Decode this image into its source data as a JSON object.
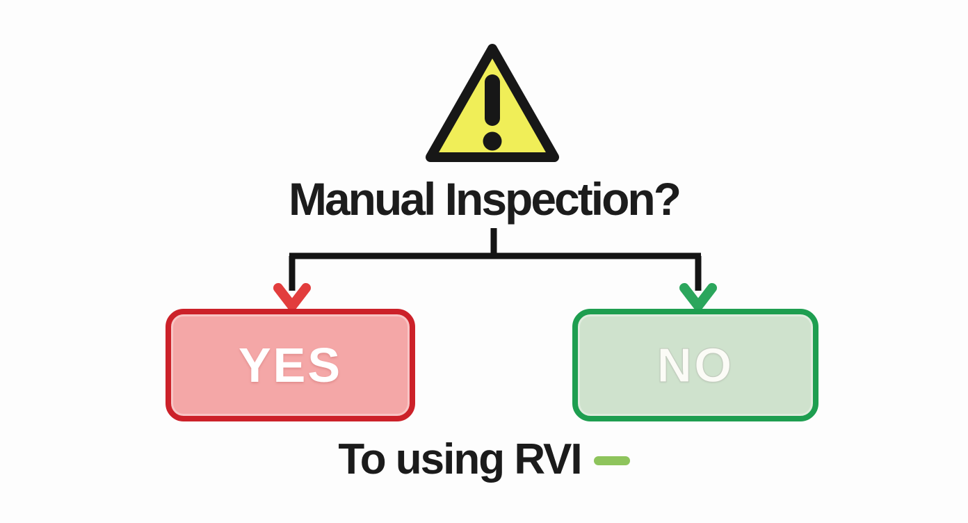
{
  "page": {
    "background": "#fdfdfd"
  },
  "diagram": {
    "root": {
      "icon": "warning-triangle",
      "icon_fill": "#f0ee58",
      "icon_stroke": "#171717",
      "question": "Manual Inspection?"
    },
    "connector": {
      "color": "#141414"
    },
    "branches": [
      {
        "label": "YES",
        "arrow_color": "#e23d3d",
        "box_fill": "#f4a7a7",
        "box_border": "#cc2129",
        "label_color": "#ffffff"
      },
      {
        "label": "NO",
        "arrow_color": "#2ba65c",
        "box_fill": "#cfe2cd",
        "box_border": "#1e9e50",
        "label_color": "#fbfbf6"
      }
    ],
    "caption": {
      "text": "To using RVI",
      "dash_color": "#8ec45c"
    }
  }
}
